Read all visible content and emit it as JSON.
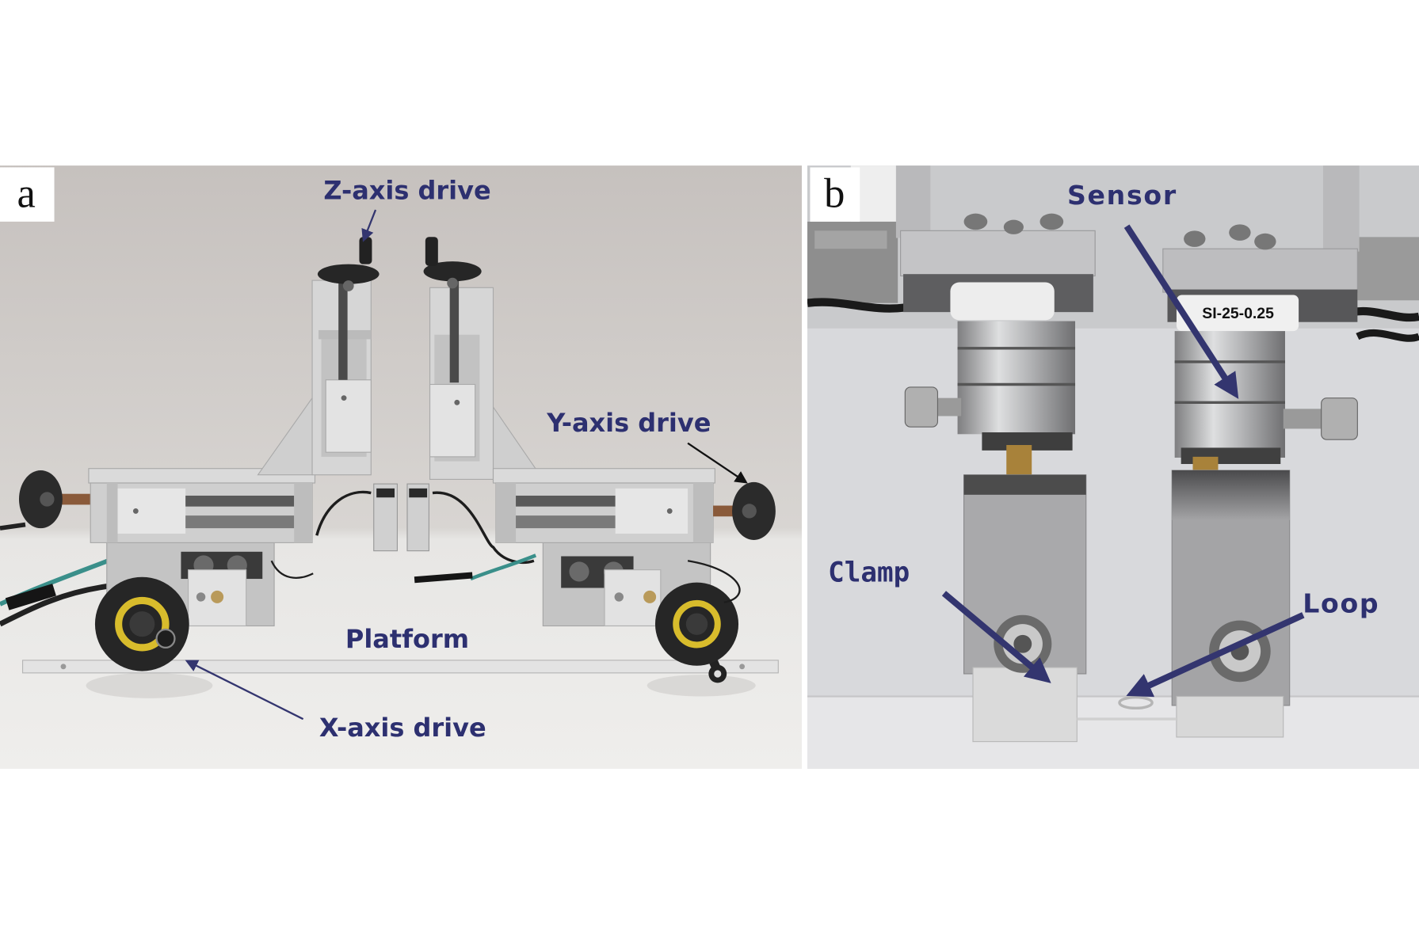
{
  "panel_a": {
    "letter": "a",
    "z_axis_label": "Z-axis drive",
    "y_axis_label": "Y-axis drive",
    "platform_label": "Platform",
    "x_axis_label": "X-axis drive"
  },
  "panel_b": {
    "letter": "b",
    "sensor_label": "Sensor",
    "clamp_label": "Clamp",
    "loop_label": "Loop",
    "sensor_marking": "SI-25-0.25"
  },
  "colors": {
    "annotation_text": "#2d3070",
    "annotation_arrow": "#33356f",
    "y_axis_arrow": "#111111",
    "background": "#ffffff"
  }
}
